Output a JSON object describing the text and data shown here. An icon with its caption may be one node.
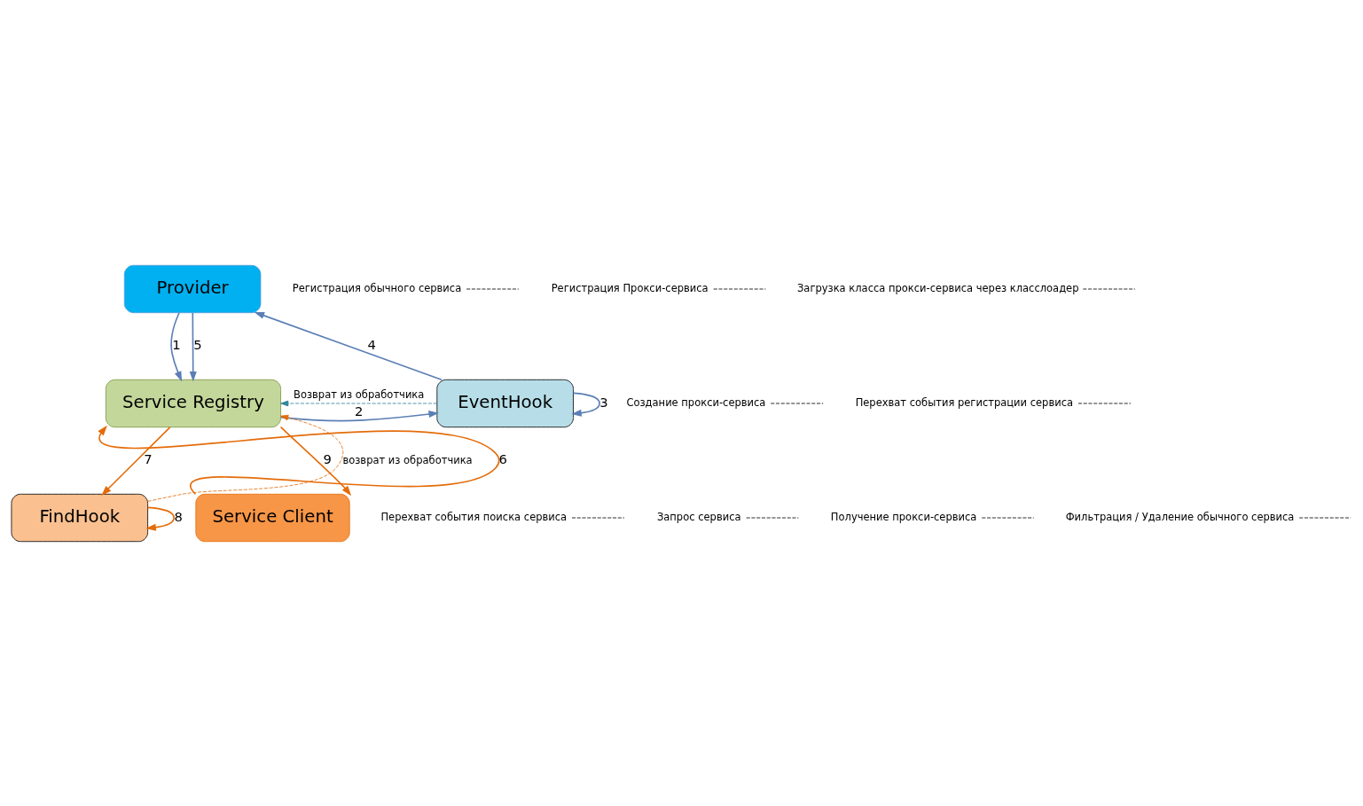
{
  "diagram": {
    "nodes": [
      {
        "text": [
          "Provider"
        ]
      },
      {
        "text": [
          "Service Registry"
        ]
      },
      {
        "text": [
          "EventHook"
        ]
      },
      {
        "text": [
          "FindHook"
        ]
      },
      {
        "text": [
          "Service Client"
        ]
      },
      {
        "text": [
          "Регистрация обычного сервиса"
        ]
      },
      {
        "text": [
          "Регистрация Прокси-сервиса"
        ]
      },
      {
        "text": [
          "Загрузка класса прокси-сервиса через класслоадер"
        ]
      },
      {
        "text": [
          "Создание прокси-сервиса"
        ]
      },
      {
        "text": [
          "Перехват события регистрации сервиса"
        ]
      },
      {
        "text": [
          "Перехват события поиска сервиса"
        ]
      },
      {
        "text": [
          "Запрос сервиса"
        ]
      },
      {
        "text": [
          "Получение прокси-сервиса"
        ]
      },
      {
        "text": [
          "Фильтрация / Удаление обычного сервиса"
        ]
      }
    ],
    "edges": [
      {
        "from": 0,
        "to": 1,
        "arrow": "to",
        "label": "1",
        "color": "#5b7fb5"
      },
      {
        "from": 0,
        "to": 1,
        "arrow": "to",
        "label": "5",
        "color": "#5b7fb5"
      },
      {
        "from": 1,
        "to": 2,
        "arrow": "to",
        "label": "2",
        "color": "#5b7fb5"
      },
      {
        "from": 2,
        "to": 2,
        "arrow": "to",
        "label": "3",
        "color": "#5b7fb5"
      },
      {
        "from": 2,
        "to": 0,
        "arrow": "to",
        "label": "4",
        "color": "#5b7fb5"
      },
      {
        "from": 2,
        "to": 1,
        "arrow": "to",
        "label": "Возврат из обработчика",
        "style": "dashed",
        "color": "#31849b"
      },
      {
        "from": 4,
        "to": 1,
        "arrow": "to",
        "label": "6",
        "color": "#e46c0a"
      },
      {
        "from": 1,
        "to": 4,
        "arrow": "to",
        "label": "9",
        "color": "#e46c0a"
      },
      {
        "from": 1,
        "to": 3,
        "arrow": "to",
        "label": "7",
        "color": "#e46c0a"
      },
      {
        "from": 3,
        "to": 3,
        "arrow": "to",
        "label": "8",
        "color": "#e46c0a"
      },
      {
        "from": 3,
        "to": 1,
        "arrow": "to",
        "label": "возврат из обработчика",
        "style": "dashed",
        "color": "#e46c0a"
      },
      {
        "from": 5,
        "to": null,
        "arrow": "none",
        "style": "dashed"
      },
      {
        "from": 6,
        "to": null,
        "arrow": "none",
        "style": "dashed"
      },
      {
        "from": 7,
        "to": null,
        "arrow": "none",
        "style": "dashed"
      },
      {
        "from": 8,
        "to": null,
        "arrow": "none",
        "style": "dashed"
      },
      {
        "from": 9,
        "to": null,
        "arrow": "none",
        "style": "dashed"
      },
      {
        "from": 10,
        "to": null,
        "arrow": "none",
        "style": "dashed"
      },
      {
        "from": 11,
        "to": null,
        "arrow": "none",
        "style": "dashed"
      },
      {
        "from": 12,
        "to": null,
        "arrow": "none",
        "style": "dashed"
      },
      {
        "from": 13,
        "to": null,
        "arrow": "none",
        "style": "dashed"
      }
    ]
  }
}
